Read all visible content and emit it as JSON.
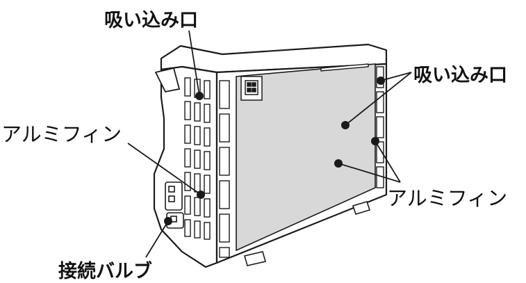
{
  "labels": {
    "intake_top": "吸い込み口",
    "intake_right": "吸い込み口",
    "fin_left": "アルミフィン",
    "fin_right": "アルミフィン",
    "valve": "接続バルブ"
  },
  "colors": {
    "line": "#1a1a1a",
    "panel": "#d8d8d8",
    "body": "#ffffff"
  }
}
